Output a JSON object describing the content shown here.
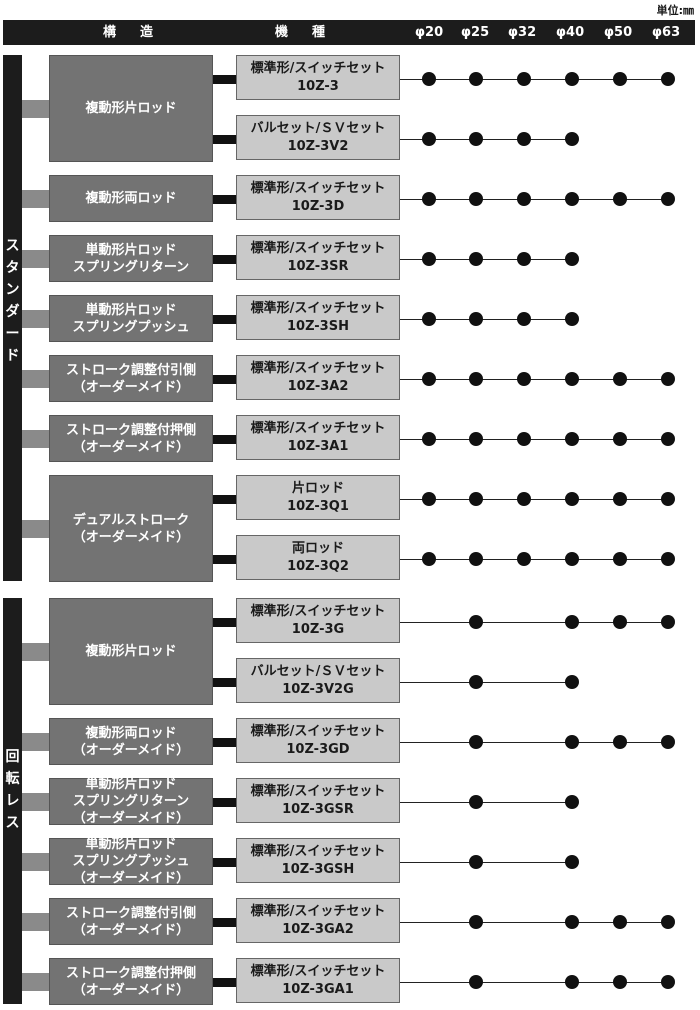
{
  "unit": "単位:㎜",
  "header": {
    "structure": "構造",
    "model": "機種",
    "sizes": [
      "φ20",
      "φ25",
      "φ32",
      "φ40",
      "φ50",
      "φ63"
    ]
  },
  "sections": [
    {
      "label": [
        "ス",
        "タ",
        "ン",
        "ダ",
        "ー",
        "ド"
      ],
      "groups": [
        {
          "structure": "複動形片ロッド",
          "models": [
            {
              "line1": "標準形/スイッチセット",
              "code": "10Z-3",
              "sizes": [
                1,
                1,
                1,
                1,
                1,
                1
              ]
            },
            {
              "line1": "バルセット/ＳＶセット",
              "code": "10Z-3V2",
              "sizes": [
                1,
                1,
                1,
                1,
                0,
                0
              ]
            }
          ]
        },
        {
          "structure": "複動形両ロッド",
          "models": [
            {
              "line1": "標準形/スイッチセット",
              "code": "10Z-3D",
              "sizes": [
                1,
                1,
                1,
                1,
                1,
                1
              ]
            }
          ]
        },
        {
          "structure": "単動形片ロッド\nスプリングリターン",
          "models": [
            {
              "line1": "標準形/スイッチセット",
              "code": "10Z-3SR",
              "sizes": [
                1,
                1,
                1,
                1,
                0,
                0
              ]
            }
          ]
        },
        {
          "structure": "単動形片ロッド\nスプリングプッシュ",
          "models": [
            {
              "line1": "標準形/スイッチセット",
              "code": "10Z-3SH",
              "sizes": [
                1,
                1,
                1,
                1,
                0,
                0
              ]
            }
          ]
        },
        {
          "structure": "ストローク調整付引側\n（オーダーメイド）",
          "models": [
            {
              "line1": "標準形/スイッチセット",
              "code": "10Z-3A2",
              "sizes": [
                1,
                1,
                1,
                1,
                1,
                1
              ]
            }
          ]
        },
        {
          "structure": "ストローク調整付押側\n（オーダーメイド）",
          "models": [
            {
              "line1": "標準形/スイッチセット",
              "code": "10Z-3A1",
              "sizes": [
                1,
                1,
                1,
                1,
                1,
                1
              ]
            }
          ]
        },
        {
          "structure": "デュアルストローク\n（オーダーメイド）",
          "models": [
            {
              "line1": "片ロッド",
              "code": "10Z-3Q1",
              "sizes": [
                1,
                1,
                1,
                1,
                1,
                1
              ]
            },
            {
              "line1": "両ロッド",
              "code": "10Z-3Q2",
              "sizes": [
                1,
                1,
                1,
                1,
                1,
                1
              ]
            }
          ]
        }
      ]
    },
    {
      "label": [
        "回",
        "転",
        "レ",
        "ス"
      ],
      "groups": [
        {
          "structure": "複動形片ロッド",
          "models": [
            {
              "line1": "標準形/スイッチセット",
              "code": "10Z-3G",
              "sizes": [
                0,
                1,
                0,
                1,
                1,
                1
              ]
            },
            {
              "line1": "バルセット/ＳＶセット",
              "code": "10Z-3V2G",
              "sizes": [
                0,
                1,
                0,
                1,
                0,
                0
              ]
            }
          ]
        },
        {
          "structure": "複動形両ロッド\n（オーダーメイド）",
          "models": [
            {
              "line1": "標準形/スイッチセット",
              "code": "10Z-3GD",
              "sizes": [
                0,
                1,
                0,
                1,
                1,
                1
              ]
            }
          ]
        },
        {
          "structure": "単動形片ロッド\nスプリングリターン\n（オーダーメイド）",
          "models": [
            {
              "line1": "標準形/スイッチセット",
              "code": "10Z-3GSR",
              "sizes": [
                0,
                1,
                0,
                1,
                0,
                0
              ]
            }
          ]
        },
        {
          "structure": "単動形片ロッド\nスプリングプッシュ\n（オーダーメイド）",
          "models": [
            {
              "line1": "標準形/スイッチセット",
              "code": "10Z-3GSH",
              "sizes": [
                0,
                1,
                0,
                1,
                0,
                0
              ]
            }
          ]
        },
        {
          "structure": "ストローク調整付引側\n（オーダーメイド）",
          "models": [
            {
              "line1": "標準形/スイッチセット",
              "code": "10Z-3GA2",
              "sizes": [
                0,
                1,
                0,
                1,
                1,
                1
              ]
            }
          ]
        },
        {
          "structure": "ストローク調整付押側\n（オーダーメイド）",
          "models": [
            {
              "line1": "標準形/スイッチセット",
              "code": "10Z-3GA1",
              "sizes": [
                0,
                1,
                0,
                1,
                1,
                1
              ]
            }
          ]
        }
      ]
    }
  ]
}
